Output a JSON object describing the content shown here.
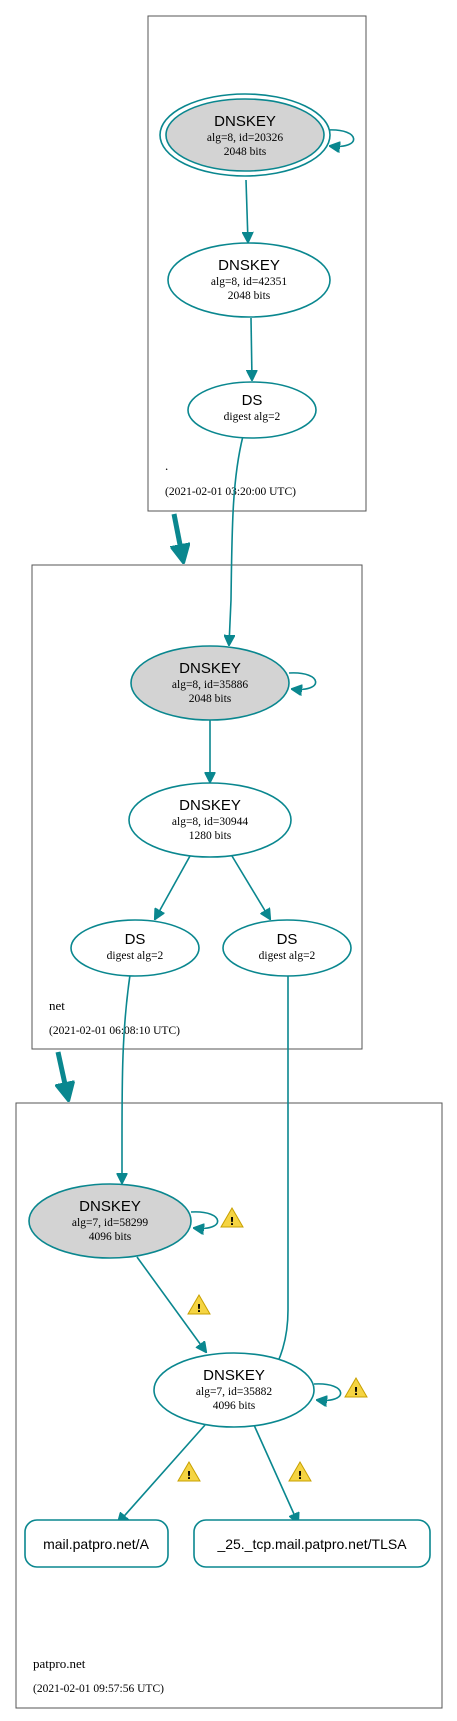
{
  "zones": {
    "root": {
      "name": ".",
      "timestamp": "(2021-02-01 03:20:00 UTC)"
    },
    "net": {
      "name": "net",
      "timestamp": "(2021-02-01 06:08:10 UTC)"
    },
    "patpro": {
      "name": "patpro.net",
      "timestamp": "(2021-02-01 09:57:56 UTC)"
    }
  },
  "nodes": {
    "root_ksk": {
      "type": "DNSKEY",
      "line1": "alg=8, id=20326",
      "line2": "2048 bits"
    },
    "root_zsk": {
      "type": "DNSKEY",
      "line1": "alg=8, id=42351",
      "line2": "2048 bits"
    },
    "root_ds": {
      "type": "DS",
      "line1": "digest alg=2"
    },
    "net_ksk": {
      "type": "DNSKEY",
      "line1": "alg=8, id=35886",
      "line2": "2048 bits"
    },
    "net_zsk": {
      "type": "DNSKEY",
      "line1": "alg=8, id=30944",
      "line2": "1280 bits"
    },
    "net_ds1": {
      "type": "DS",
      "line1": "digest alg=2"
    },
    "net_ds2": {
      "type": "DS",
      "line1": "digest alg=2"
    },
    "pat_ksk": {
      "type": "DNSKEY",
      "line1": "alg=7, id=58299",
      "line2": "4096 bits"
    },
    "pat_zsk": {
      "type": "DNSKEY",
      "line1": "alg=7, id=35882",
      "line2": "4096 bits"
    },
    "rr_a": {
      "label": "mail.patpro.net/A"
    },
    "rr_tlsa": {
      "label": "_25._tcp.mail.patpro.net/TLSA"
    }
  },
  "warning_symbol": "!",
  "icons": {
    "warning": "warning-icon"
  },
  "colors": {
    "edge": "#0a878f",
    "key_fill": "#d3d3d3",
    "warning": "#f5d442"
  }
}
